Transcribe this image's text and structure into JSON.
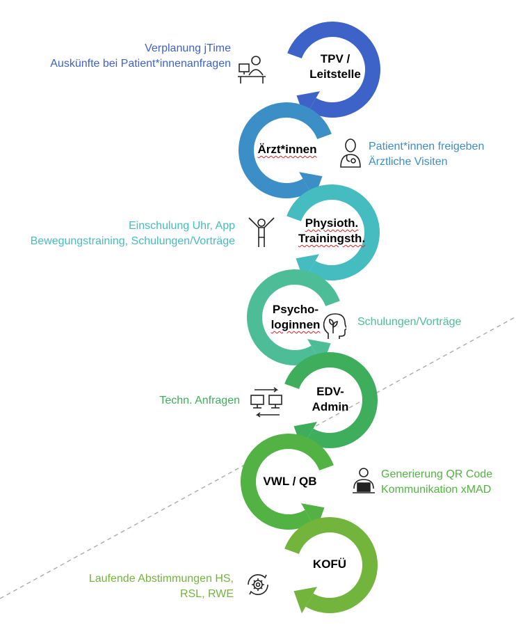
{
  "colors": {
    "tpv": "#3d63c8",
    "aerzte": "#3b8ec6",
    "physio": "#45bcc0",
    "psycho": "#4dbd97",
    "edv": "#3fae5c",
    "vwl": "#52b243",
    "kofu": "#72b43c",
    "dashed_line": "#aaaaaa"
  },
  "stages": [
    {
      "id": "tpv",
      "lines": [
        "TPV /",
        "Leitstelle"
      ]
    },
    {
      "id": "aerzte",
      "lines": [
        "Ärzt*innen"
      ]
    },
    {
      "id": "physio",
      "lines": [
        "Physioth.",
        "Trainingsth."
      ]
    },
    {
      "id": "psycho",
      "lines": [
        "Psycho-",
        "loginnen"
      ]
    },
    {
      "id": "edv",
      "lines": [
        "EDV-",
        "Admin"
      ]
    },
    {
      "id": "vwl",
      "lines": [
        "VWL / QB"
      ]
    },
    {
      "id": "kofu",
      "lines": [
        "KOFÜ"
      ]
    }
  ],
  "tasks": {
    "tpv": {
      "lines": [
        "Verplanung jTime",
        "Auskünfte bei Patient*innenanfragen"
      ],
      "icon": "desk-person-icon"
    },
    "aerzte": {
      "lines": [
        "Patient*innen freigeben",
        "Ärztliche Visiten"
      ],
      "icon": "doctor-icon"
    },
    "physio": {
      "lines": [
        "Einschulung Uhr, App",
        "Bewegungstraining, Schulungen/Vorträge"
      ],
      "icon": "exercise-person-icon"
    },
    "psycho": {
      "lines": [
        "Schulungen/Vorträge"
      ],
      "icon": "head-growth-icon"
    },
    "edv": {
      "lines": [
        "Techn. Anfragen"
      ],
      "icon": "computer-exchange-icon"
    },
    "vwl": {
      "lines": [
        "Generierung QR Code",
        "Kommunikation xMAD"
      ],
      "icon": "laptop-person-icon"
    },
    "kofu": {
      "lines": [
        "Laufende Abstimmungen HS,",
        "RSL, RWE"
      ],
      "icon": "gear-cycle-icon"
    }
  }
}
